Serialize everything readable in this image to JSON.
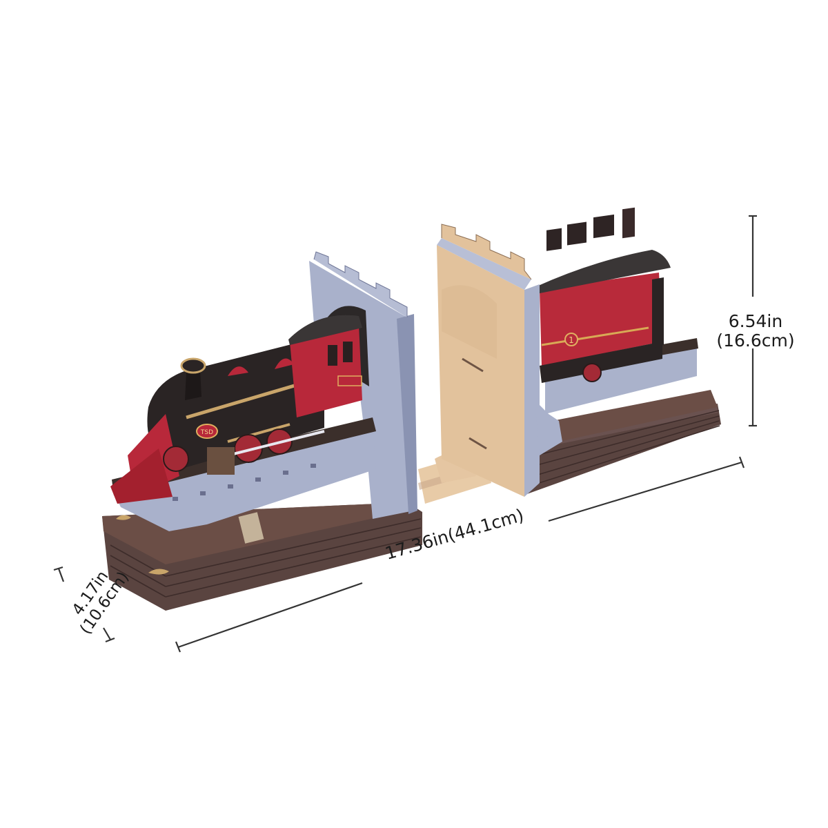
{
  "product": {
    "subject": "Steam train bookends — locomotive and passenger carriage on tunnel bridges",
    "locomotive_plate": "TSD",
    "carriage_number": "1",
    "colors": {
      "background": "#ffffff",
      "locomotive_red": "#b8283a",
      "boiler_black": "#2a2424",
      "brass_trim": "#c9a56a",
      "tunnel_blue_gray": "#a9b1cb",
      "natural_wood": "#e3c39c",
      "base_brown": "#5a4440",
      "roof_dark": "#3a3636",
      "dimension_line": "#333333"
    }
  },
  "dimensions": {
    "height": {
      "inches": "6.54in",
      "cm": "(16.6cm)"
    },
    "width": {
      "label": "17.36in(44.1cm)"
    },
    "depth": {
      "inches": "4.17in",
      "cm": "(10.6cm)"
    }
  }
}
